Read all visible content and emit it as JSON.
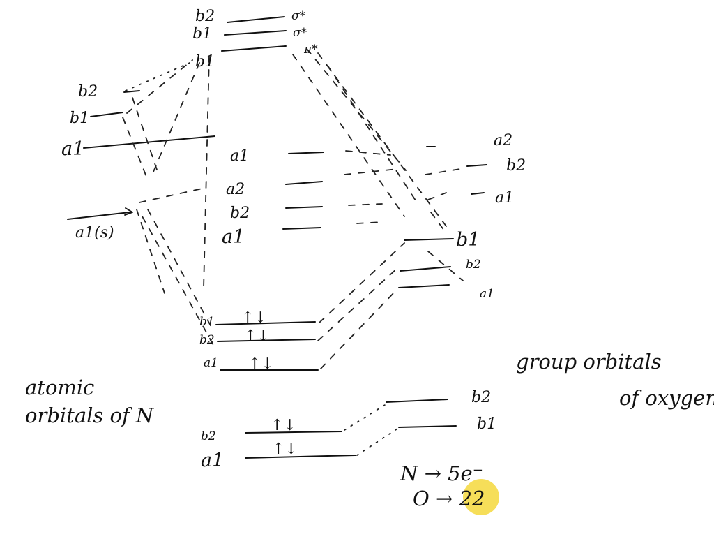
{
  "diagram": {
    "nitrogen_orbitals": {
      "labels": [
        "b2",
        "b1",
        "a1",
        "a1(s)"
      ],
      "caption_line1": "atomic",
      "caption_line2": "orbitals of N"
    },
    "oxygen_orbitals": {
      "upper_labels": [
        "a2",
        "b2",
        "a1"
      ],
      "middle_labels": [
        "b1",
        "b2",
        "a1"
      ],
      "lower_labels": [
        "b2",
        "b1"
      ],
      "caption_line1": "group orbitals",
      "caption_line2": "of oxygen"
    },
    "mo_levels": {
      "antibonding_labels": [
        "b2",
        "b1",
        "b1"
      ],
      "antibonding_symbols": [
        "σ*",
        "σ*",
        "π*"
      ],
      "nonbonding_labels": [
        "a1",
        "a2",
        "b2",
        "a1"
      ],
      "filled_middle_labels": [
        "b1",
        "b2",
        "a1"
      ],
      "filled_lower_labels": [
        "b2",
        "a1"
      ],
      "electron_pair": "↑↓"
    },
    "electron_count": {
      "line1": "N → 5e⁻",
      "line2": "O → 22"
    }
  }
}
